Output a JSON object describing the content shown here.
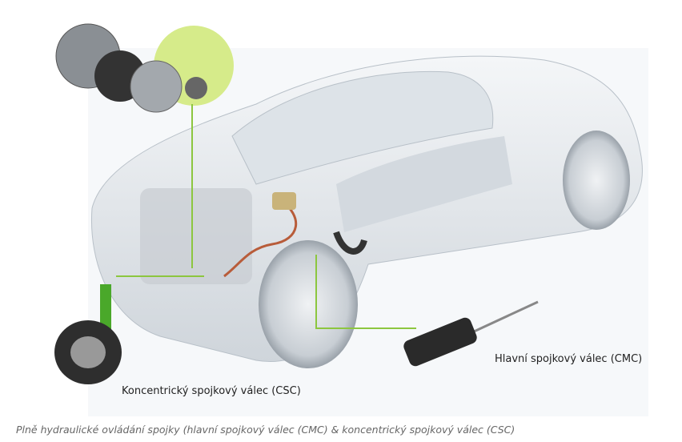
{
  "labels": {
    "csc": "Koncentrický spojkový válec (CSC)",
    "cmc": "Hlavní spojkový válec (CMC)"
  },
  "caption": "Plně hydraulické ovládání spojky (hlavní spojkový válec (CMC) & koncentrický spojkový válec (CSC)",
  "colors": {
    "accent_green": "#8cc63f",
    "highlight_circle": "#d6eb8a",
    "car_body": "#e4e8ec",
    "part_dark": "#2a2a2a"
  }
}
